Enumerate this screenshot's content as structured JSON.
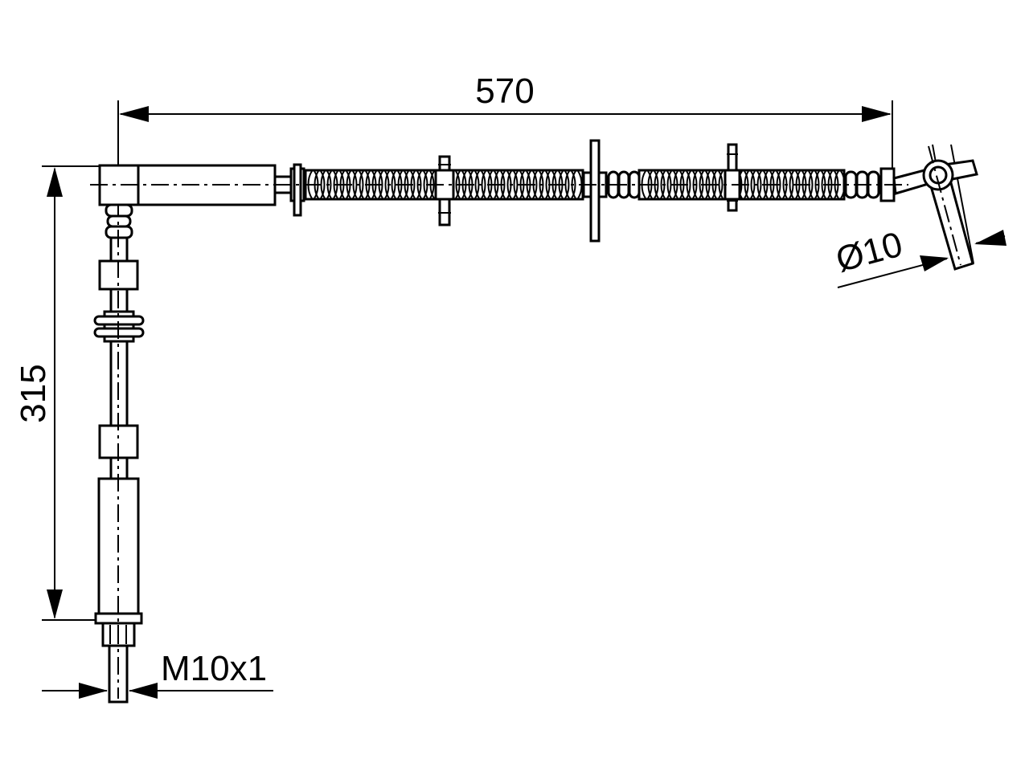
{
  "dimensions": {
    "length": "570",
    "height": "315",
    "eye_diameter": "Ø10",
    "thread": "M10x1"
  },
  "colors": {
    "line": "#000000",
    "background": "#ffffff"
  }
}
